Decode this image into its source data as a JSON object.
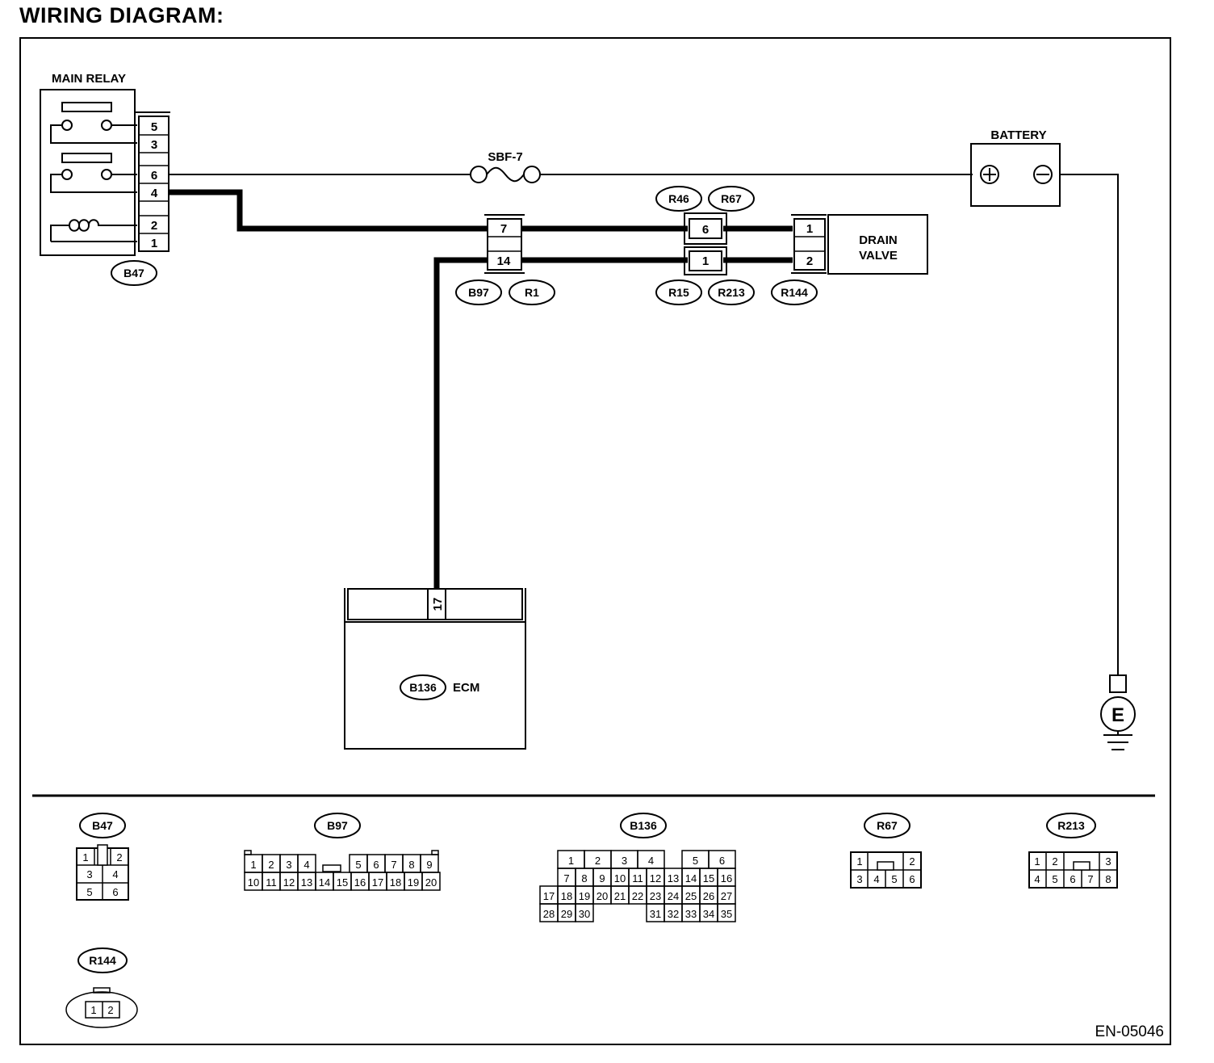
{
  "title": "WIRING DIAGRAM:",
  "figure_code": "EN-05046",
  "components": {
    "main_relay": "MAIN RELAY",
    "battery": "BATTERY",
    "fuse": "SBF-7",
    "drain_valve": [
      "DRAIN",
      "VALVE"
    ],
    "ecm": "ECM",
    "ground": "E"
  },
  "relay_pins": [
    "5",
    "3",
    "6",
    "4",
    "2",
    "1"
  ],
  "relay_connector": "B47",
  "mid_connector": {
    "pins": [
      "7",
      "14"
    ],
    "tags": [
      "B97",
      "R1"
    ]
  },
  "r_connector": {
    "pins": [
      "6",
      "1"
    ],
    "tags_top": [
      "R46",
      "R67"
    ],
    "tags_bottom": [
      "R15",
      "R213"
    ]
  },
  "valve_connector": {
    "pins": [
      "1",
      "2"
    ],
    "tag": "R144"
  },
  "ecm_connector": {
    "tag": "B136",
    "pin": "17"
  },
  "connector_views": {
    "b47": {
      "tag": "B47",
      "rows": [
        [
          "1",
          "2"
        ],
        [
          "3",
          "4"
        ],
        [
          "5",
          "6"
        ]
      ]
    },
    "b97": {
      "tag": "B97",
      "top": [
        "1",
        "2",
        "3",
        "4",
        "5",
        "6",
        "7",
        "8",
        "9"
      ],
      "bottom": [
        "10",
        "11",
        "12",
        "13",
        "14",
        "15",
        "16",
        "17",
        "18",
        "19",
        "20"
      ]
    },
    "b136": {
      "tag": "B136",
      "row1": [
        "1",
        "2",
        "3",
        "4",
        "5",
        "6"
      ],
      "row2": [
        "7",
        "8",
        "9",
        "10",
        "11",
        "12",
        "13",
        "14",
        "15",
        "16"
      ],
      "row3": [
        "17",
        "18",
        "19",
        "20",
        "21",
        "22",
        "23",
        "24",
        "25",
        "26",
        "27"
      ],
      "row4a": [
        "28",
        "29",
        "30"
      ],
      "row4b": [
        "31",
        "32",
        "33",
        "34",
        "35"
      ]
    },
    "r67": {
      "tag": "R67",
      "top": [
        "1",
        "2"
      ],
      "bottom": [
        "3",
        "4",
        "5",
        "6"
      ]
    },
    "r213": {
      "tag": "R213",
      "top": [
        "1",
        "2",
        "3"
      ],
      "bottom": [
        "4",
        "5",
        "6",
        "7",
        "8"
      ]
    },
    "r144": {
      "tag": "R144",
      "pins": [
        "1",
        "2"
      ]
    }
  }
}
